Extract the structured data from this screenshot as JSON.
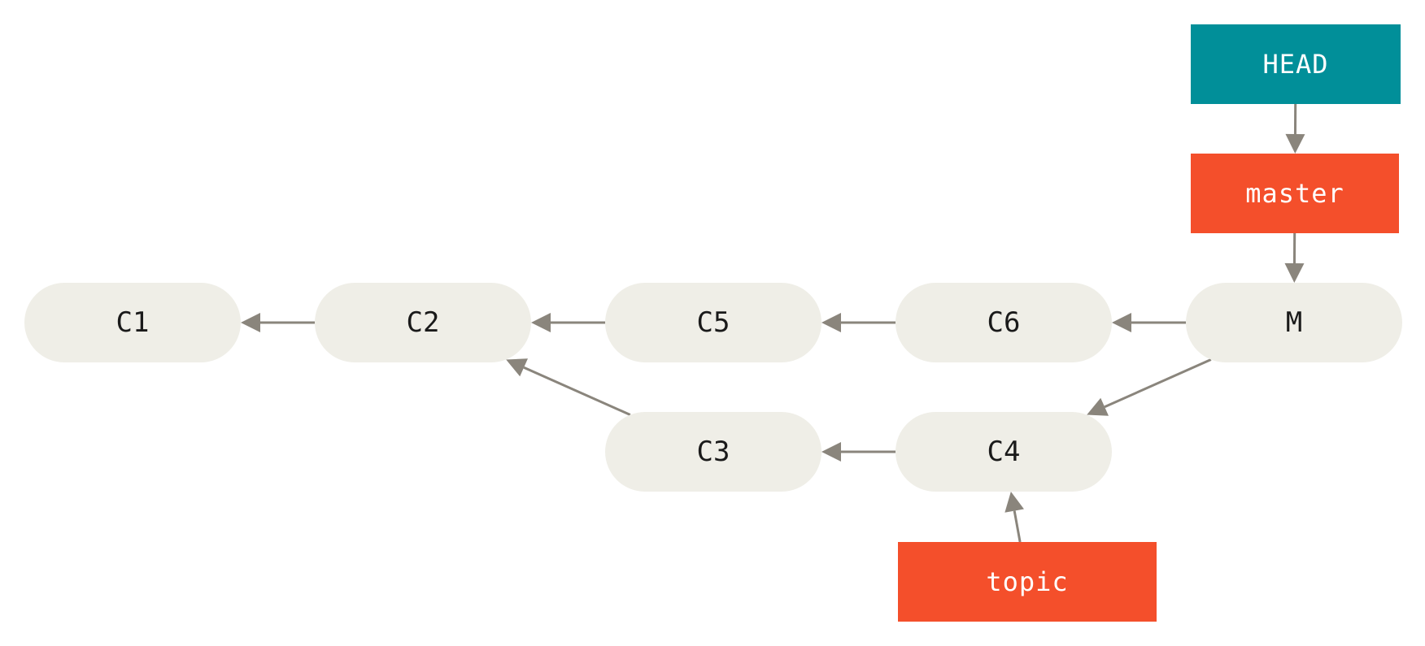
{
  "colors": {
    "commit_fill": "#efeee7",
    "head_fill": "#018f99",
    "branch_fill": "#f44f2b",
    "arrow": "#8a857c"
  },
  "commits": [
    {
      "id": "c1",
      "label": "C1"
    },
    {
      "id": "c2",
      "label": "C2"
    },
    {
      "id": "c5",
      "label": "C5"
    },
    {
      "id": "c6",
      "label": "C6"
    },
    {
      "id": "m",
      "label": "M"
    },
    {
      "id": "c3",
      "label": "C3"
    },
    {
      "id": "c4",
      "label": "C4"
    }
  ],
  "refs": {
    "head": "HEAD",
    "master": "master",
    "topic": "topic"
  },
  "edges": [
    {
      "from": "c2",
      "to": "c1"
    },
    {
      "from": "c5",
      "to": "c2"
    },
    {
      "from": "c6",
      "to": "c5"
    },
    {
      "from": "m",
      "to": "c6"
    },
    {
      "from": "c3",
      "to": "c2"
    },
    {
      "from": "c4",
      "to": "c3"
    },
    {
      "from": "m",
      "to": "c4"
    },
    {
      "from": "head",
      "to": "master"
    },
    {
      "from": "master",
      "to": "m"
    },
    {
      "from": "topic",
      "to": "c4"
    }
  ]
}
